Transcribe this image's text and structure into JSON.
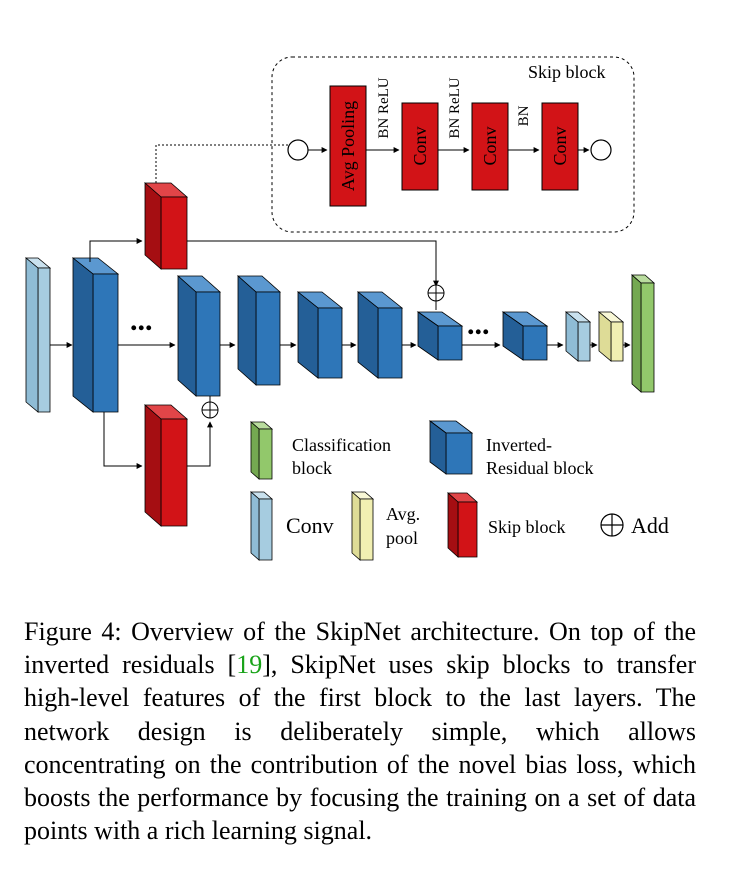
{
  "skip_block": {
    "title": "Skip block",
    "avg_pooling": "Avg Pooling",
    "conv_1": "Conv",
    "conv_2": "Conv",
    "conv_3": "Conv",
    "bn_relu_1": "BN ReLU",
    "bn_relu_2": "BN ReLU",
    "bn_3": "BN"
  },
  "ellipsis": "...",
  "legend": {
    "classification_line1": "Classification",
    "classification_line2": "block",
    "inverted_line1": "Inverted-",
    "inverted_line2": "Residual block",
    "conv": "Conv",
    "avg_line1": "Avg.",
    "avg_line2": "pool",
    "skip": "Skip block",
    "add": "Add"
  },
  "colors": {
    "conv": "#a6cce0",
    "inverted_residual": "#2e76b8",
    "skip_block": "#d21317",
    "avg_pool": "#f1efb2",
    "classification": "#92c86b"
  },
  "caption": {
    "part1": "Figure 4: Overview of the SkipNet architecture. On top of the inverted residuals [",
    "ref": "19",
    "part2": "], SkipNet uses skip blocks to transfer high-level features of the first block to the last layers. The network design is deliberately simple, which allows concentrating on the contribution of the novel bias loss, which boosts the performance by focusing the training on a set of data points with a rich learning signal."
  }
}
